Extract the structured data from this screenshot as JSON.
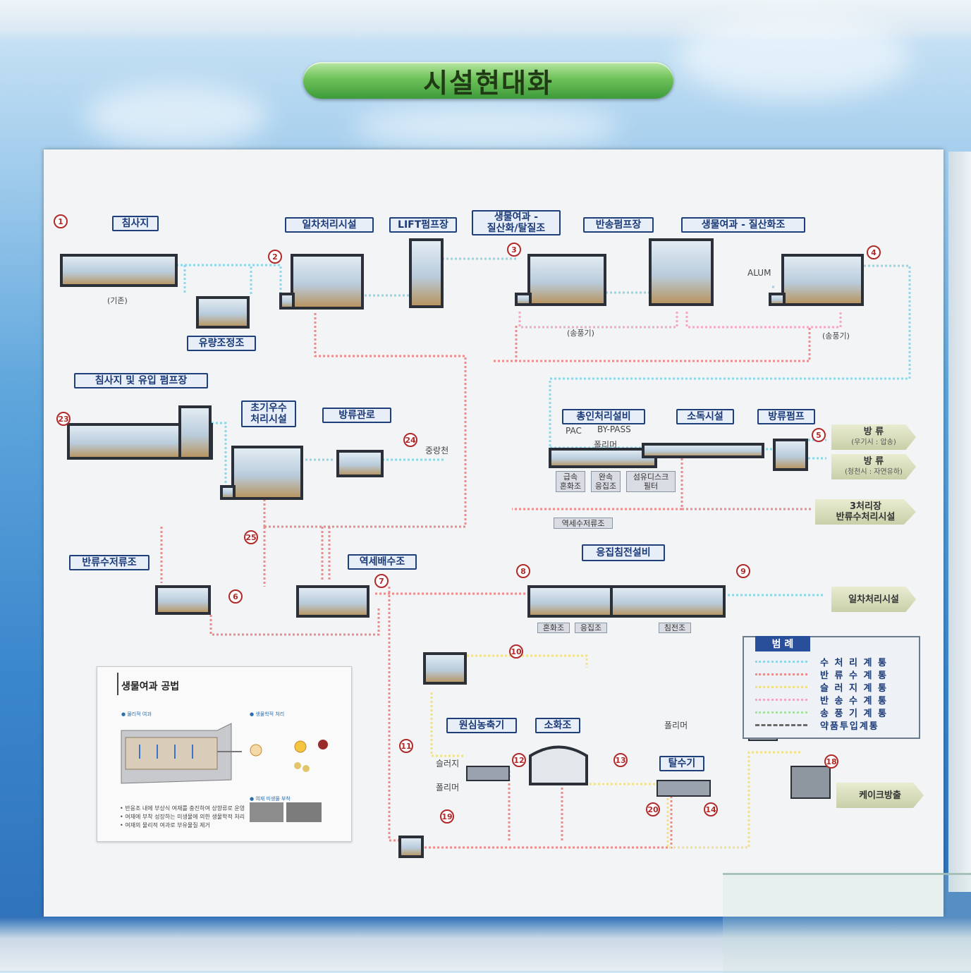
{
  "title": "시설현대화",
  "sections": {
    "chimsaji": "침사지",
    "ilcha": "일차처리시설",
    "lift": "LIFT펌프장",
    "bio_nitri": "생물여과 -\n질산화/탈질조",
    "bansong": "반송펌프장",
    "bio_nitri2": "생물여과 - 질산화조",
    "yuryang": "유량조정조",
    "chimsaji_pump": "침사지 및 유입 펌프장",
    "chogi": "초기우수\n처리시설",
    "bangryu_gwanro": "방류관로",
    "chongin": "총인처리설비",
    "sodok": "소독시설",
    "bangryu_pump": "방류펌프",
    "banryu_tank": "반류수저류조",
    "yeoksebaesu": "역세배수조",
    "eungjip": "응집침전설비",
    "wonsim": "원심농축기",
    "sohwa": "소화조",
    "talsu": "탈수기"
  },
  "small_text": {
    "gijon": "(기존)",
    "songpung1": "(송풍기)",
    "songpung2": "(송풍기)",
    "alum": "ALUM",
    "junglang": "중랑천",
    "pac": "PAC",
    "bypass": "BY-PASS",
    "polymer1": "폴리머",
    "polymer2": "폴리머",
    "polymer3": "폴리머",
    "sludge": "슬러지"
  },
  "sub_labels": {
    "geupsok": "급속\n혼화조",
    "wansok": "완속\n응집조",
    "disk": "섬유디스크\n필터",
    "yeokse": "역세수저류조",
    "honhwa": "혼화조",
    "eungjipjo": "응집조",
    "chimjeon": "침전조"
  },
  "arrows": {
    "out1_title": "방 류",
    "out1_sub": "(우기시 : 압송)",
    "out2_title": "방 류",
    "out2_sub": "(청천시 : 자연유하)",
    "out3": "3처리장\n반류수처리시설",
    "out4": "일차처리시설",
    "cake": "케이크방출"
  },
  "numbers": [
    "1",
    "2",
    "3",
    "4",
    "5",
    "6",
    "7",
    "8",
    "9",
    "10",
    "11",
    "12",
    "13",
    "14",
    "18",
    "19",
    "20",
    "23",
    "24",
    "25"
  ],
  "legend": {
    "title": "범 례",
    "items": [
      {
        "text": "수 처 리 계 통",
        "color": "#8fd6e8"
      },
      {
        "text": "반 류 수 계 통",
        "color": "#e88c8c"
      },
      {
        "text": "슬 러 지 계 통",
        "color": "#f0e08a"
      },
      {
        "text": "반 송 수 계 통",
        "color": "#f2a8c4"
      },
      {
        "text": "송 풍 기 계 통",
        "color": "#a8e0a0"
      },
      {
        "text": "약품투입계통",
        "color": "#6a6a6a"
      }
    ]
  },
  "inset": {
    "title": "생물여과 공법",
    "tag1": "● 물리적 여과",
    "tag2": "● 생물학적 처리",
    "tag3": "● 여재 미생물 부착",
    "notes": [
      "• 반응조 내에 부상식 여재를 충진하여 상향류로 운영",
      "• 여재에 부착 성장하는 미생물에 의한 생물학적 처리",
      "• 여재의 물리적 여과로 부유물질 제거"
    ]
  },
  "colors": {
    "water": "#8fd6e8",
    "return": "#e88c8c",
    "sludge": "#f0e08a",
    "board": "#f3f4f6",
    "label_border": "#1e3f7a"
  }
}
